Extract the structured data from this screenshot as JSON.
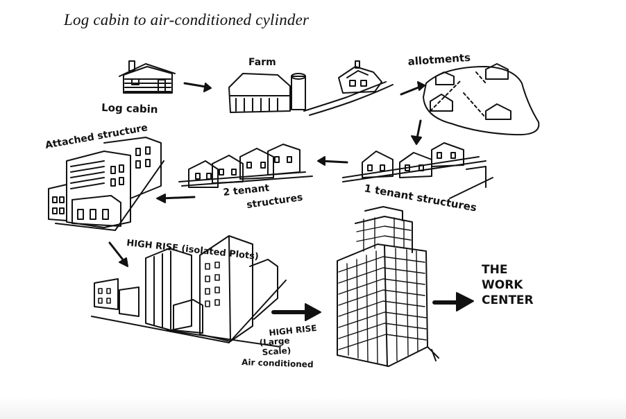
{
  "title": "Log cabin to air-conditioned cylinder",
  "stages": {
    "log_cabin": "Log cabin",
    "farm": "Farm",
    "allotments": "allotments",
    "one_tenant": "1 tenant structures",
    "two_tenant_line1": "2 tenant",
    "two_tenant_line2": "structures",
    "attached": "Attached structure",
    "highrise_isolated": "HIGH RISE (isolated Plots)",
    "highrise_large_1": "HIGH RISE",
    "highrise_large_2": "(Large",
    "highrise_large_3": "Scale)",
    "highrise_large_4": "Air conditioned",
    "work_center_1": "THE",
    "work_center_2": "WORK",
    "work_center_3": "CENTER"
  }
}
